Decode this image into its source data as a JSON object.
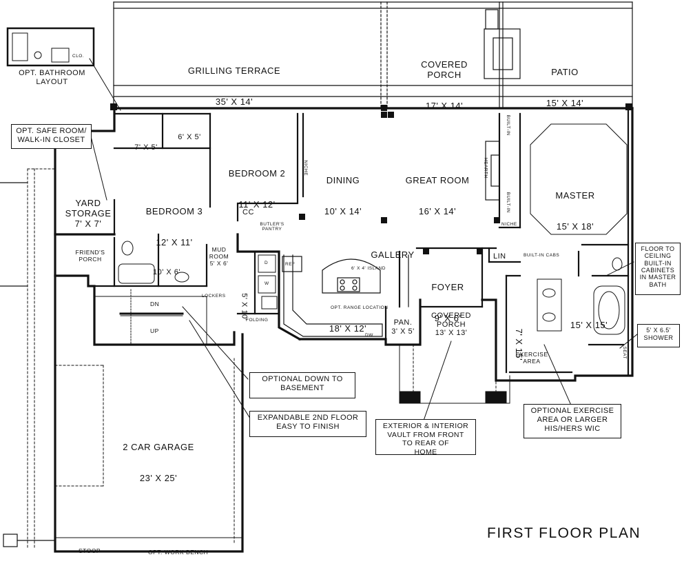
{
  "plan_title": "FIRST FLOOR PLAN",
  "rooms": {
    "grilling_terrace": {
      "name": "GRILLING TERRACE",
      "size": "35' X 14'"
    },
    "covered_porch_rear": {
      "name": "COVERED PORCH",
      "size": "17' X 14'"
    },
    "patio": {
      "name": "PATIO",
      "size": "15' X 14'"
    },
    "bedroom2": {
      "name": "BEDROOM 2",
      "size": "11' X 12'"
    },
    "bedroom3": {
      "name": "BEDROOM 3",
      "size": "12' X 11'"
    },
    "dining": {
      "name": "DINING",
      "size": "10' X 14'"
    },
    "great_room": {
      "name": "GREAT ROOM",
      "size": "16' X 14'"
    },
    "master": {
      "name": "MASTER",
      "size": "15' X 18'"
    },
    "yard_storage": {
      "name": "YARD STORAGE",
      "size": "7' X 7'"
    },
    "closet1": {
      "size": "7' X 5'"
    },
    "closet2": {
      "size": "6' X 5'"
    },
    "gallery": {
      "name": "GALLERY"
    },
    "friends_porch": {
      "name": "FRIEND'S PORCH"
    },
    "mud_room": {
      "name": "MUD ROOM",
      "size": "5' X 6'"
    },
    "bath": {
      "size": "10' X 6'"
    },
    "laundry": {
      "size": "5' X 10'"
    },
    "kitchen": {
      "size": "18' X 12'"
    },
    "island": {
      "label": "6' X 4' ISLAND"
    },
    "range": {
      "label": "OPT. RANGE LOCATION"
    },
    "foyer": {
      "name": "FOYER",
      "size": "9' X 6'"
    },
    "covered_porch_front": {
      "name": "COVERED PORCH",
      "size": "13' X 13'"
    },
    "master_bath": {
      "size": "15' X 15'"
    },
    "wic": {
      "size": "7' X 15'"
    },
    "exercise": {
      "name": "EXERCISE AREA"
    },
    "garage": {
      "name": "2 CAR GARAGE",
      "size": "23' X 25'"
    },
    "pantry": {
      "name": "PAN.",
      "size": "3' X 5'"
    }
  },
  "small_labels": {
    "clo": "CLO.",
    "cc": "CC",
    "butlers_pantry": "BUTLER'S PANTRY",
    "niche1": "NICHE",
    "niche2": "NICHE",
    "built_in1": "BUILT-IN",
    "built_in2": "BUILT-IN",
    "built_in_cabs": "BUILT-IN CABS",
    "hearth": "HEARTH",
    "lockers": "LOCKERS",
    "folding": "FOLDING",
    "ref": "REF",
    "dw": "DW",
    "lin": "LIN",
    "seat": "SEAT",
    "dn": "DN",
    "up": "UP",
    "stoop": "STOOP",
    "work_bench": "OPT. WORK BENCH",
    "dryer": "D",
    "washer": "W"
  },
  "callouts": {
    "bathroom_layout": "OPT. BATHROOM\nLAYOUT",
    "safe_room": "OPT. SAFE ROOM/\nWALK-IN CLOSET",
    "basement": "OPTIONAL DOWN TO\nBASEMENT",
    "second_floor": "EXPANDABLE 2ND FLOOR\nEASY TO FINISH",
    "vault": "EXTERIOR & INTERIOR\nVAULT FROM FRONT\nTO REAR OF\nHOME",
    "exercise": "OPTIONAL EXERCISE\nAREA OR LARGER\nHIS/HERS WIC",
    "cabinets": "FLOOR TO\nCEILING\nBUILT-IN\nCABINETS\nIN MASTER\nBATH",
    "shower": "5' X 6.5'\nSHOWER"
  }
}
